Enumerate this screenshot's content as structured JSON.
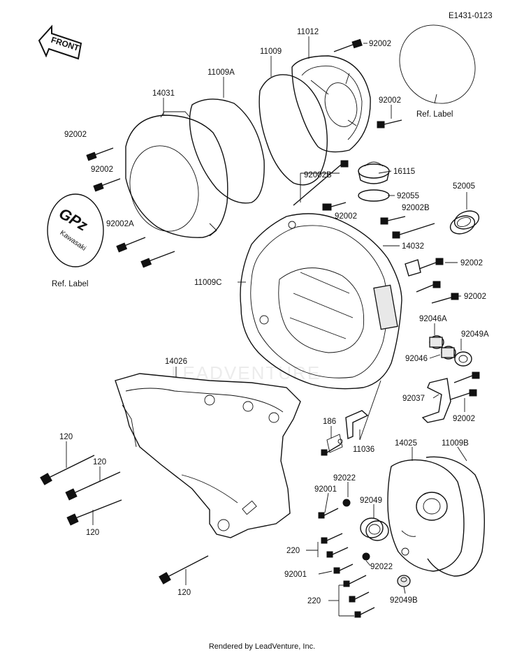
{
  "diagram_code": "E1431-0123",
  "front_arrow": "FRONT",
  "watermark": "LEADVENTURE",
  "footer": "Rendered by LeadVenture, Inc.",
  "badge": {
    "line1": "GPz",
    "line2": "Kawasaki"
  },
  "labels": {
    "p11012": "11012",
    "p92002_top": "92002",
    "p11009": "11009",
    "p11009A": "11009A",
    "p14031": "14031",
    "p92002_r1": "92002",
    "ref_label_right": "Ref. Label",
    "p92002_l1": "92002",
    "p92002_l2": "92002",
    "p92002B_top": "92002B",
    "p16115": "16115",
    "p92055": "92055",
    "p92002_mid": "92002",
    "p52005": "52005",
    "p92002B_r": "92002B",
    "p14032": "14032",
    "p92002A": "92002A",
    "ref_label_left": "Ref. Label",
    "p11009C": "11009C",
    "p92002_r2": "92002",
    "p92002_r3": "92002",
    "p92046A": "92046A",
    "p92049A": "92049A",
    "p92046": "92046",
    "p14026": "14026",
    "p92037": "92037",
    "p92002_r4": "92002",
    "p186": "186",
    "p11036": "11036",
    "p120_a": "120",
    "p120_b": "120",
    "p120_c": "120",
    "p120_d": "120",
    "p14025": "14025",
    "p11009B": "11009B",
    "p92022_a": "92022",
    "p92001_a": "92001",
    "p92049": "92049",
    "p220_a": "220",
    "p92022_b": "92022",
    "p92001_b": "92001",
    "p220_b": "220",
    "p92049B": "92049B"
  }
}
